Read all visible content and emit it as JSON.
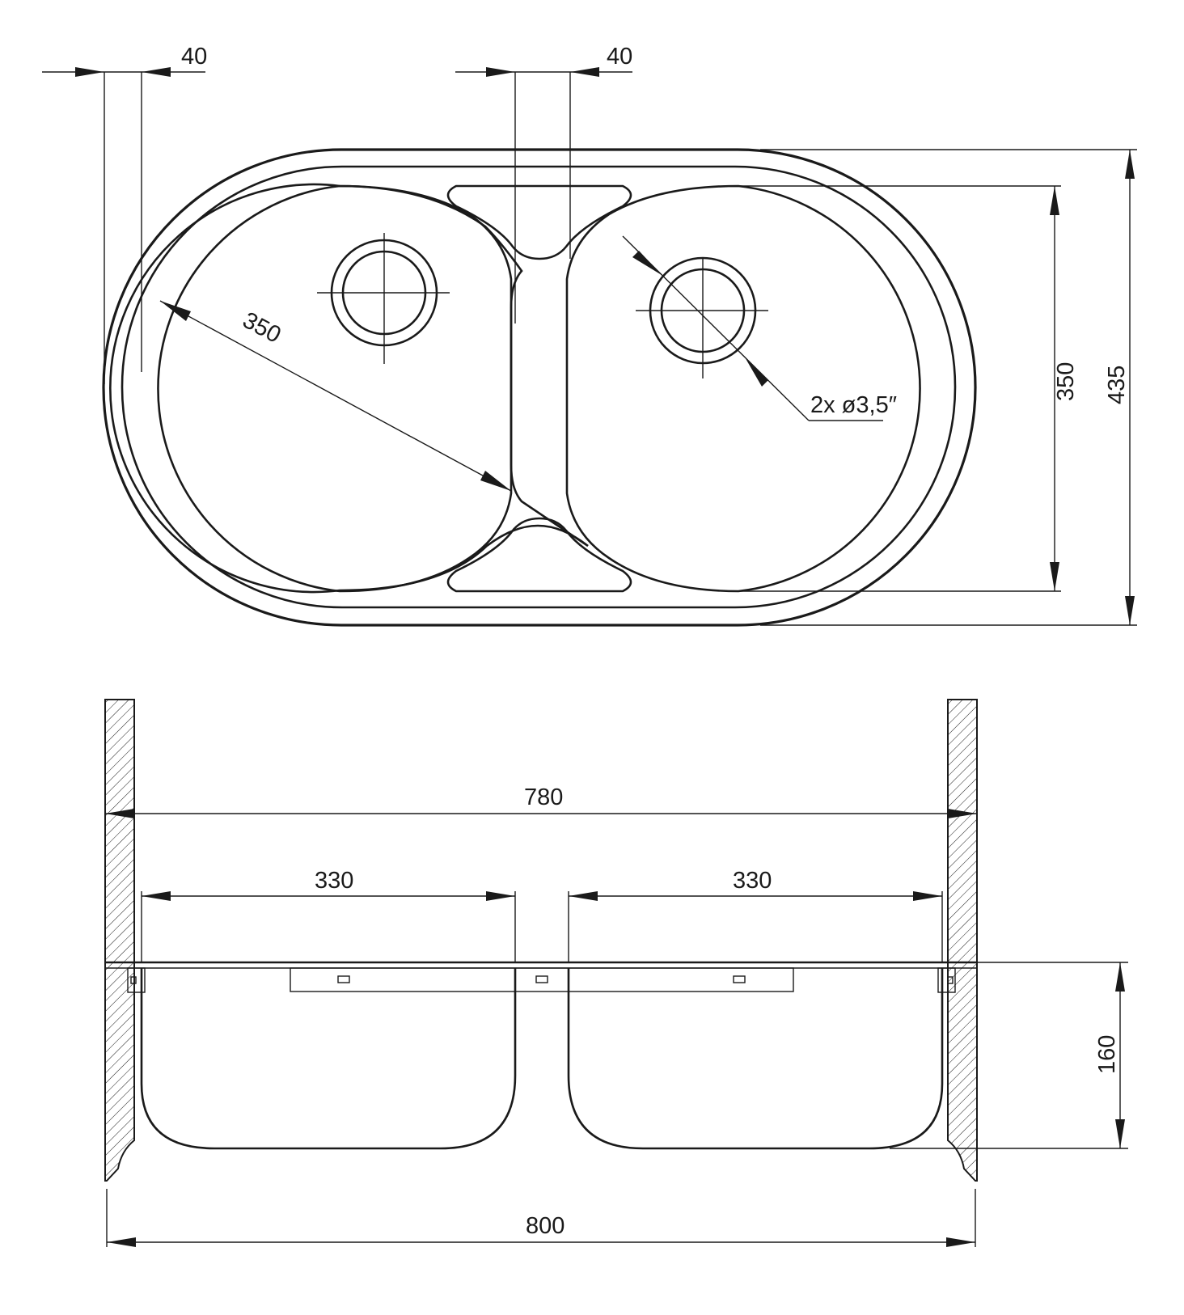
{
  "colors": {
    "line": "#1a1a1a",
    "background": "#ffffff"
  },
  "top_view": {
    "dim_left_rim": "40",
    "dim_divider": "40",
    "dim_bowl_diameter": "350",
    "dim_drain": "2x ø3,5″",
    "dim_bowl_height": "350",
    "dim_total_height": "435"
  },
  "side_view": {
    "dim_inner_width": "780",
    "dim_left_bowl": "330",
    "dim_right_bowl": "330",
    "dim_depth": "160",
    "dim_total_width": "800"
  }
}
